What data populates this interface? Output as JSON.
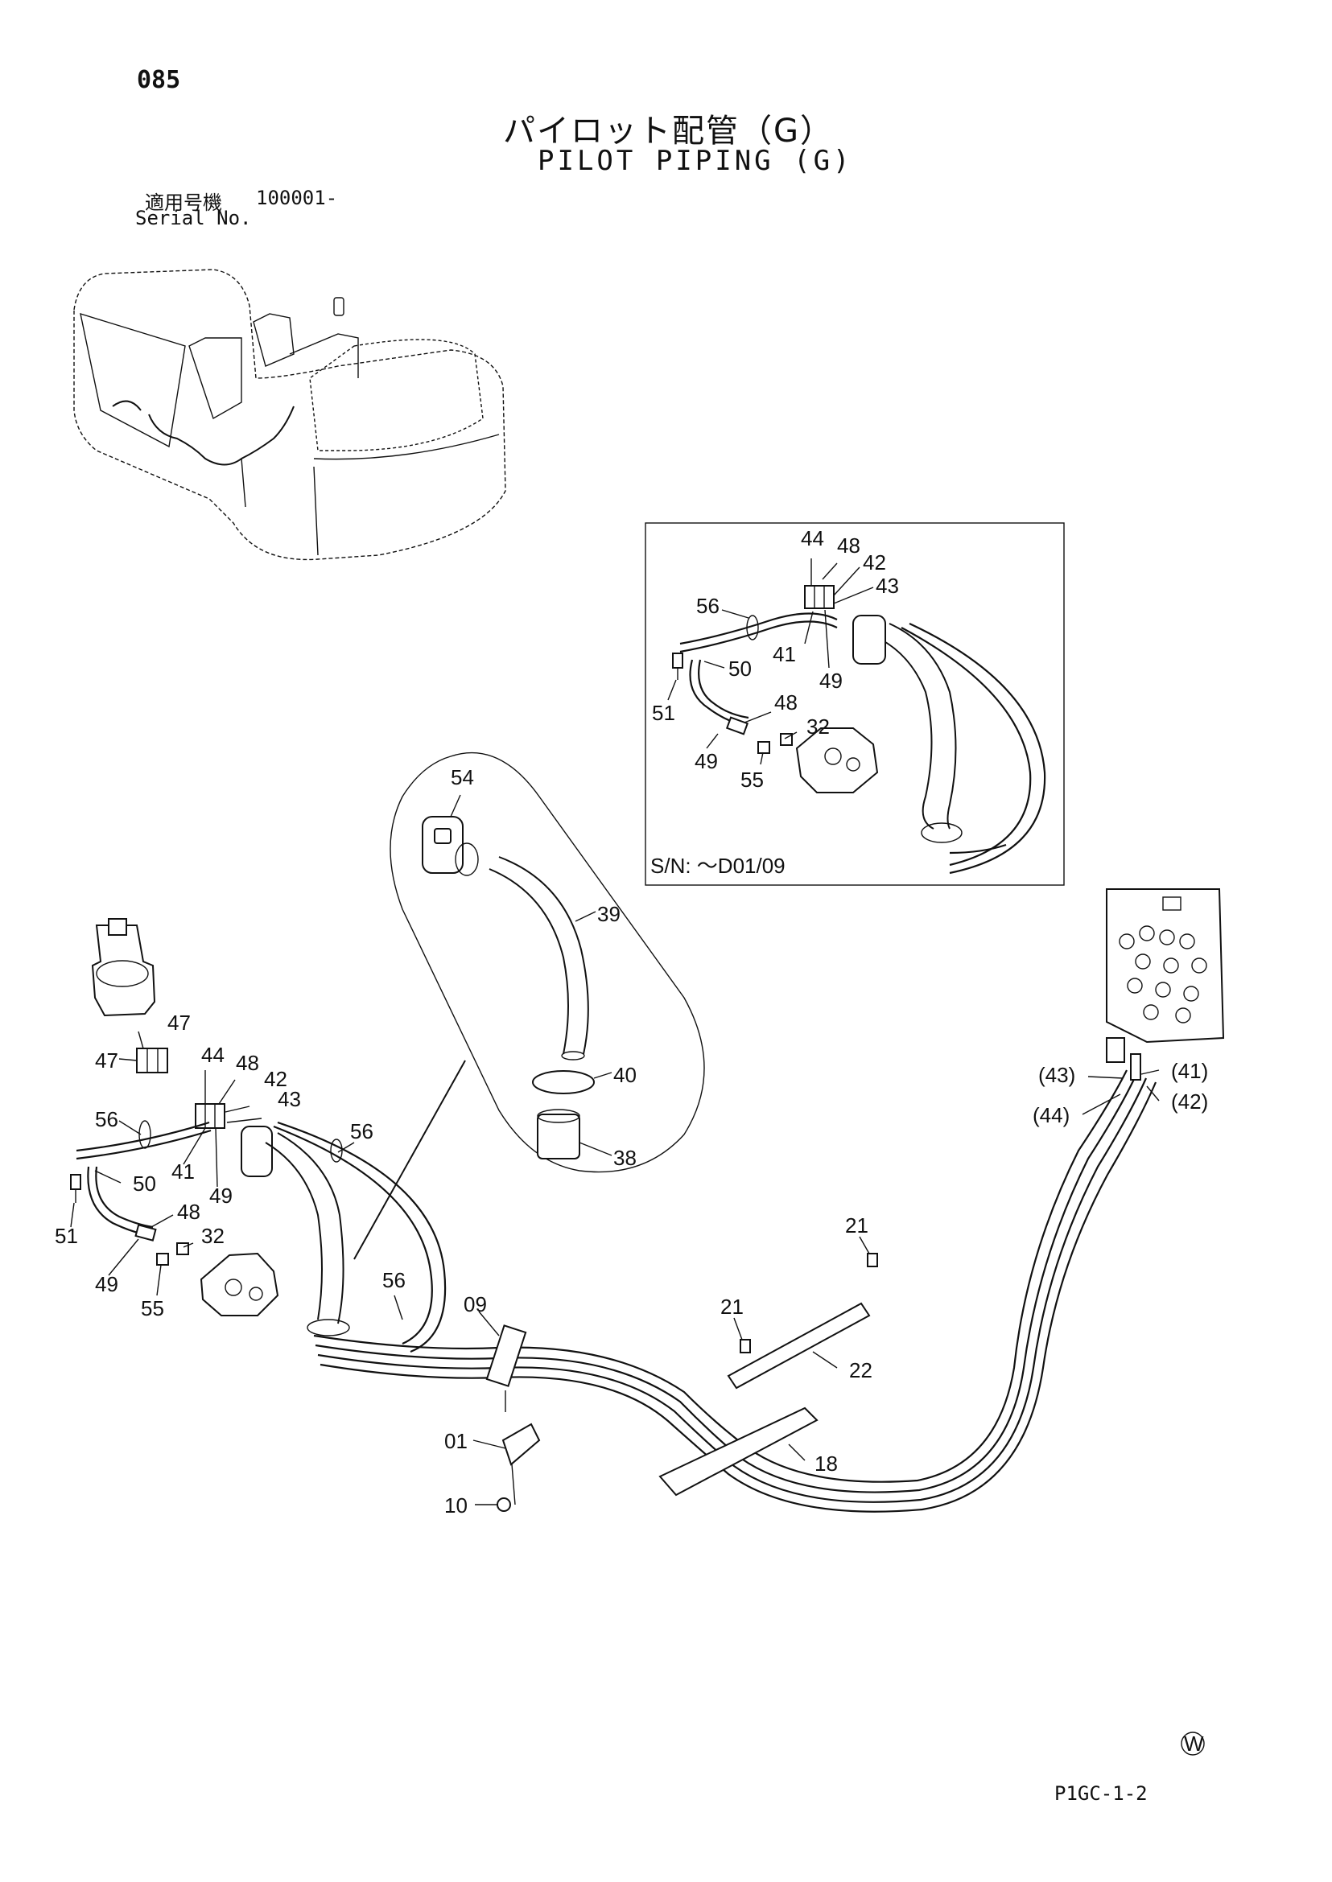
{
  "header": {
    "page_number": "085",
    "title_jp": "パイロット配管（G）",
    "title_en": "PILOT PIPING (G)",
    "serial_label_jp": "適用号機",
    "serial_value": "100001-",
    "serial_label_en": "Serial No."
  },
  "inset": {
    "serial_note": "S/N: ～D01/09",
    "callouts": [
      "44",
      "48",
      "42",
      "43",
      "56",
      "41",
      "49",
      "50",
      "51",
      "48",
      "32",
      "49",
      "55"
    ]
  },
  "detail": {
    "callouts": [
      "54",
      "39",
      "40",
      "38"
    ]
  },
  "main": {
    "callouts": [
      "47",
      "47",
      "44",
      "48",
      "42",
      "43",
      "56",
      "41",
      "49",
      "50",
      "51",
      "48",
      "32",
      "49",
      "55",
      "56",
      "56",
      "09",
      "01",
      "10",
      "21",
      "21",
      "22",
      "18"
    ],
    "valve_callouts": [
      "(43)",
      "(41)",
      "(44)",
      "(42)"
    ]
  },
  "footer": {
    "mark": "W",
    "doc_code": "P1GC-1-2"
  }
}
